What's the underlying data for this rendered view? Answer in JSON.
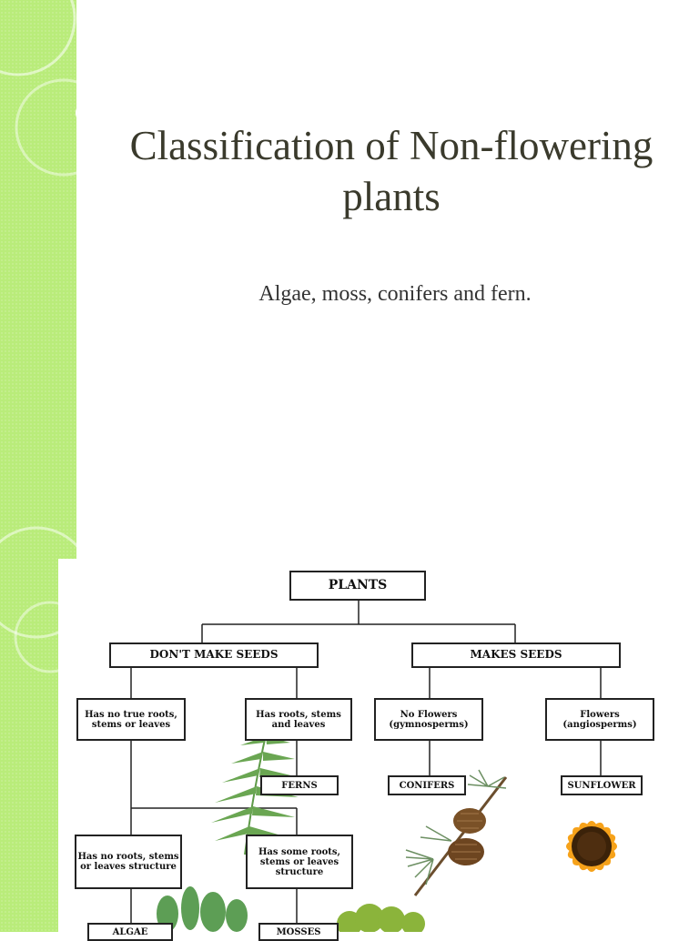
{
  "slide": {
    "title": "Classification of Non-flowering plants",
    "subtitle": "Algae, moss, conifers and fern."
  },
  "diagram": {
    "root": "PLANTS",
    "no_seeds": "DON'T MAKE SEEDS",
    "seeds": "MAKES SEEDS",
    "no_true_roots": "Has no true roots, stems or leaves",
    "has_roots": "Has roots, stems and leaves",
    "no_flowers": "No Flowers (gymnosperms)",
    "flowers": "Flowers (angiosperms)",
    "ferns": "FERNS",
    "conifers": "CONIFERS",
    "sunflower": "SUNFLOWER",
    "no_roots_structure": "Has no roots, stems or leaves structure",
    "some_roots_structure": "Has some roots, stems or leaves structure",
    "algae": "ALGAE",
    "mosses": "MOSSES"
  },
  "colors": {
    "sideband": "#b9ec7a",
    "title_text": "#3a3a2c",
    "fern_green": "#5e9a48",
    "sunflower_petal": "#f6a21a",
    "sunflower_center": "#3b2209"
  }
}
